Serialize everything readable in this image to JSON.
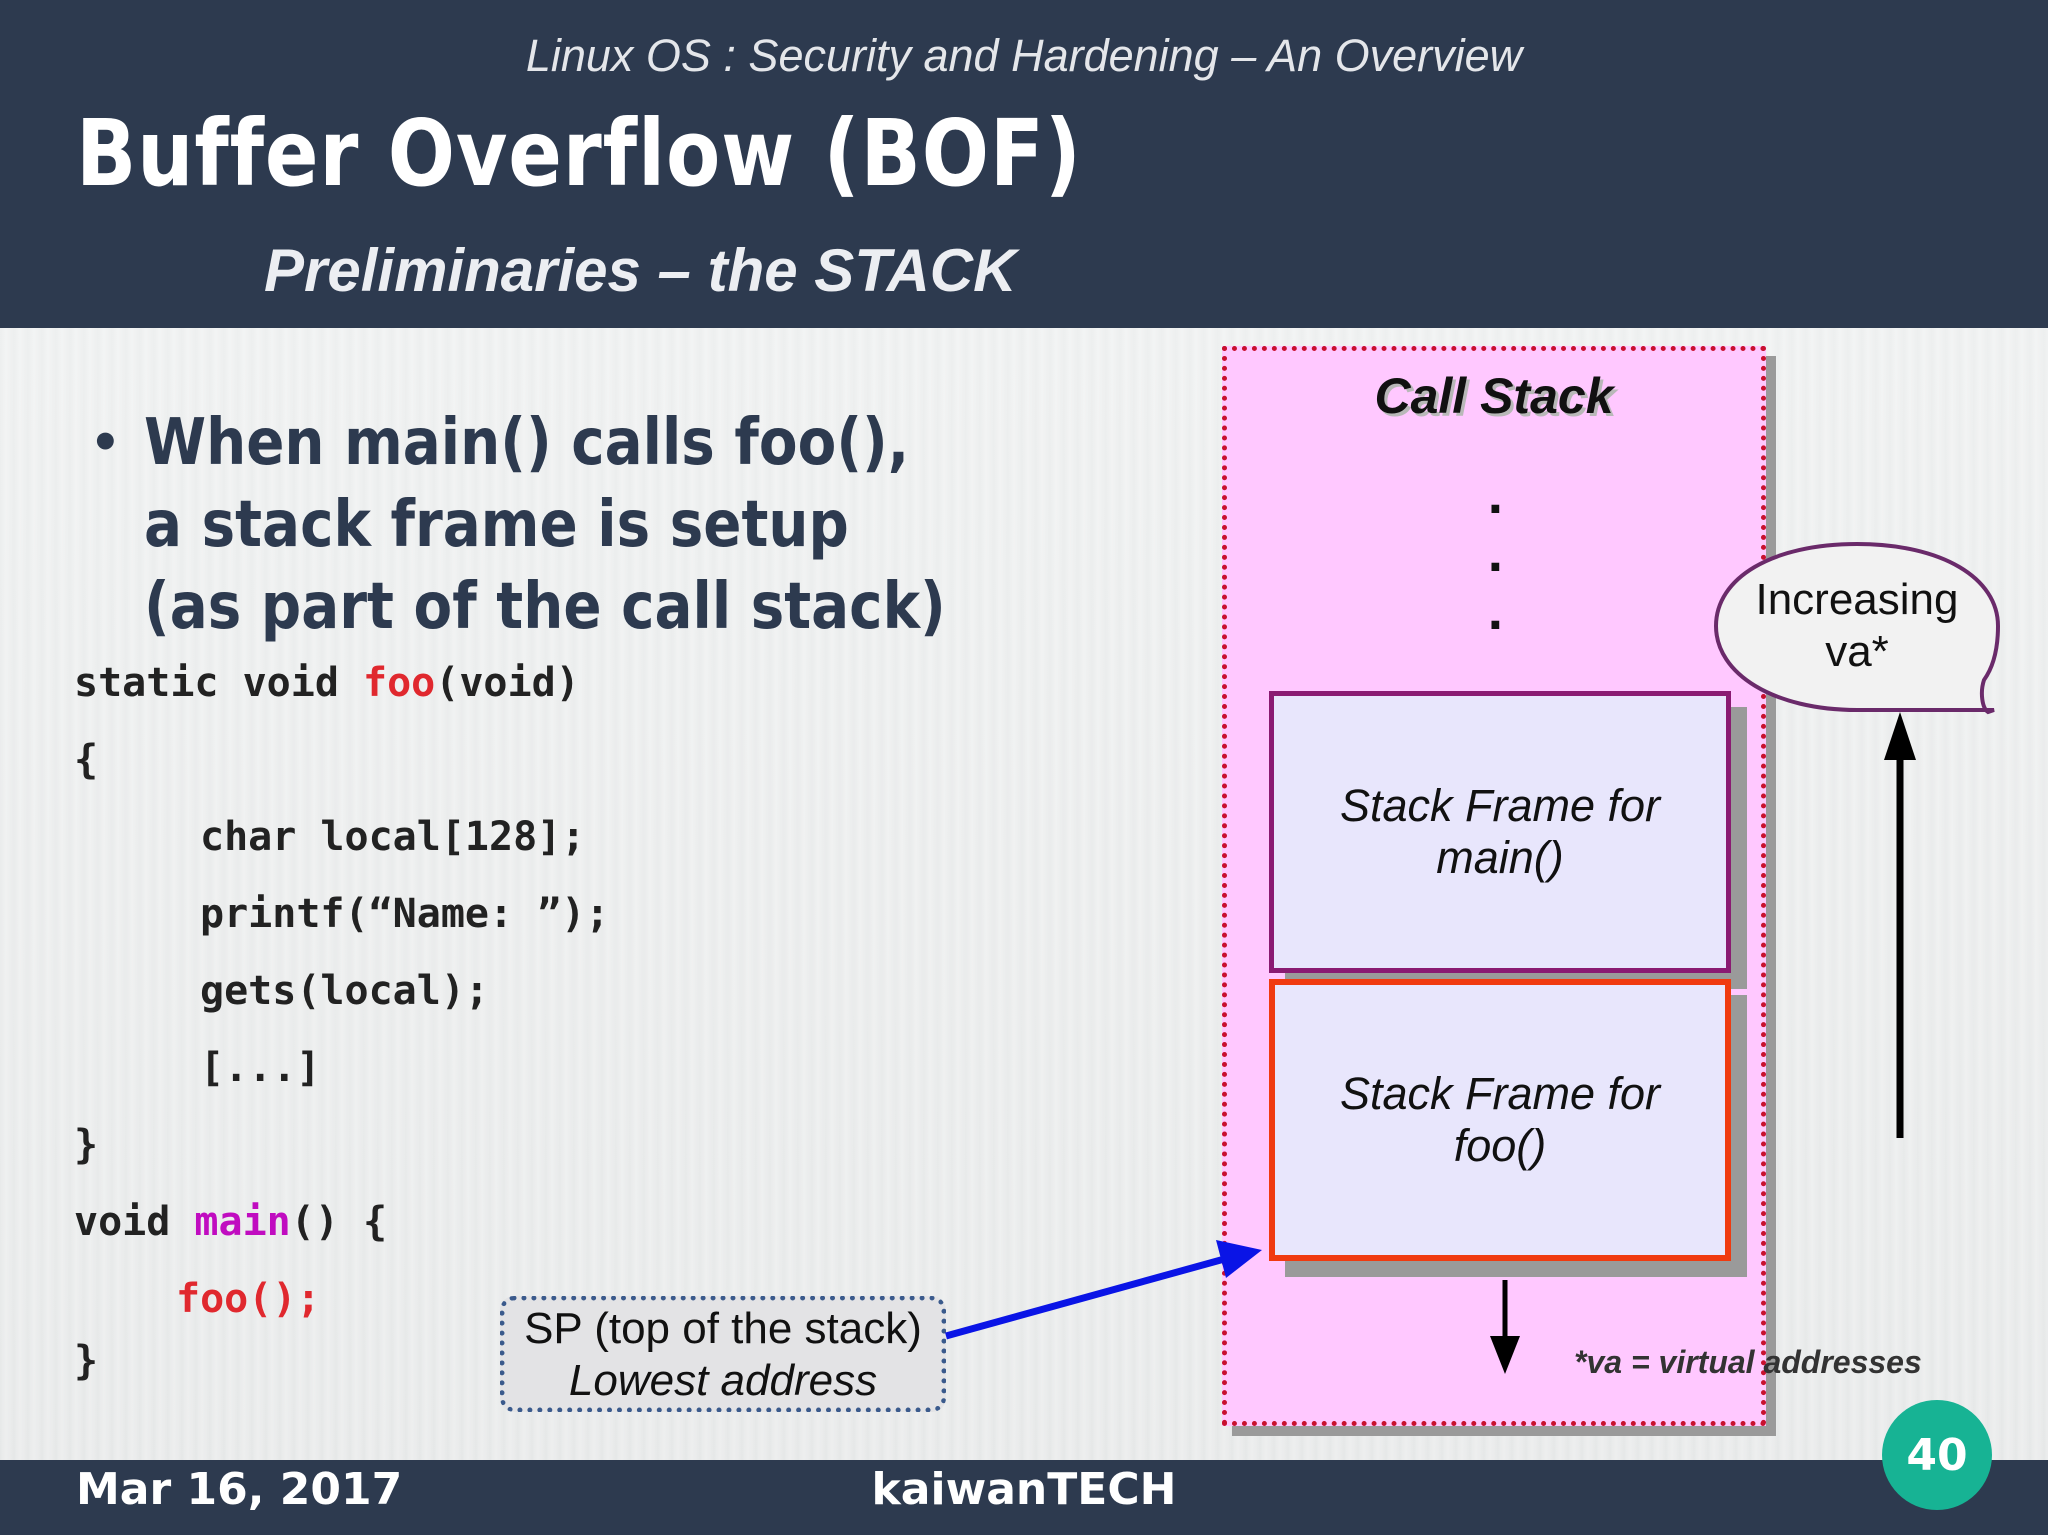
{
  "header": {
    "deck_title": "Linux OS : Security and Hardening – An Overview",
    "slide_title": "Buffer Overflow (BOF)",
    "subtitle": "Preliminaries – the STACK"
  },
  "bullet": {
    "marker": "•",
    "line1": "When main() calls foo(),",
    "line2": "a stack frame is setup",
    "line3": "(as part of the call stack)"
  },
  "code": {
    "l1_a": "static void ",
    "l1_b": "foo",
    "l1_c": "(void)",
    "l2": "{",
    "l3": "char local[128];",
    "l4": "printf(“Name: ”);",
    "l5": "gets(local);",
    "l6": "[...]",
    "l7": "}",
    "l8_a": "void ",
    "l8_b": "main",
    "l8_c": "() {",
    "l9": "foo();",
    "l10": "}"
  },
  "sp_callout": {
    "line1": "SP (top of the stack)",
    "line2": "Lowest address"
  },
  "call_stack": {
    "title": "Call Stack",
    "dots": [
      "·",
      "·",
      "·"
    ],
    "frame_main_line1": "Stack Frame for",
    "frame_main_line2": "main()",
    "frame_foo_line1": "Stack Frame for",
    "frame_foo_line2": "foo()",
    "va_note": "*va = virtual addresses"
  },
  "bubble": {
    "line1": "Increasing",
    "line2": "va*"
  },
  "footer": {
    "date": "Mar 16, 2017",
    "brand": "kaiwanTECH",
    "slide_number": "40"
  },
  "colors": {
    "header_bg": "#2d3a4f",
    "call_stack_bg": "#ffc8ff",
    "frame_bg": "#e8e6fc",
    "frame_main_border": "#8a1a72",
    "frame_foo_border": "#f03a10",
    "code_red": "#e0282e",
    "code_magenta": "#c00cc0",
    "slide_num_bg": "#17b394",
    "sp_arrow": "#0a14e6"
  }
}
